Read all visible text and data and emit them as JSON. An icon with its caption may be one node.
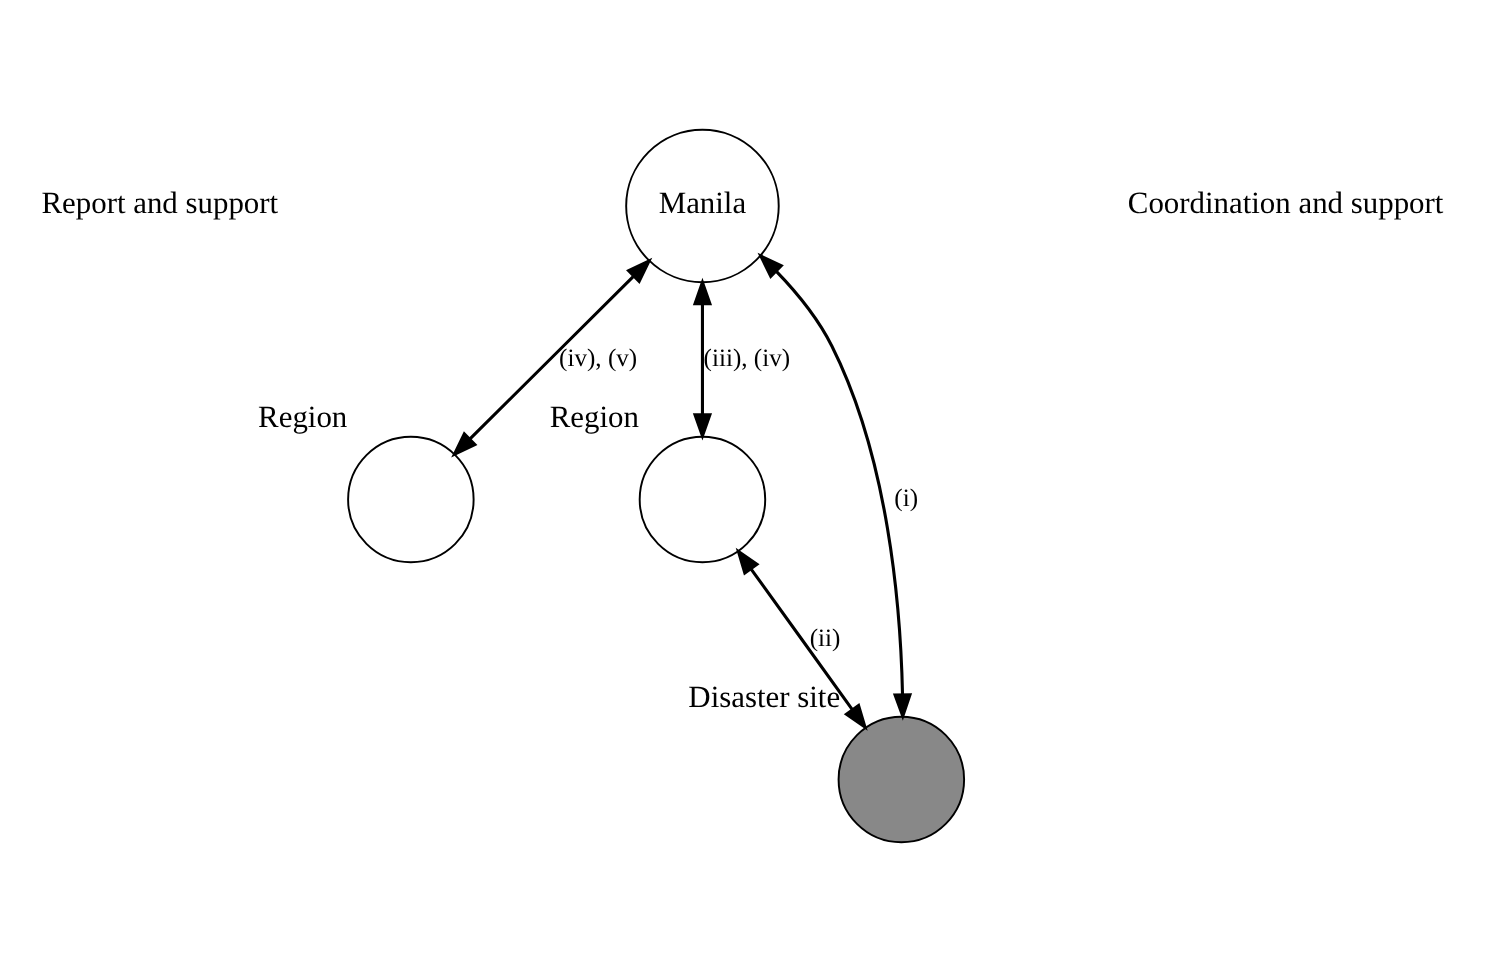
{
  "diagram": {
    "nodes": [
      {
        "text": [
          "Manila"
        ]
      },
      {
        "text": [],
        "shape": "circle",
        "beside": [
          "Region"
        ]
      },
      {
        "text": [],
        "shape": "circle",
        "beside": [
          "Region"
        ]
      },
      {
        "text": [],
        "shape": "circle",
        "beside": [
          "Disaster site"
        ]
      }
    ],
    "edges": [
      {
        "from": 0,
        "to": 1,
        "arrow": "both",
        "label": "(iv), (v)"
      },
      {
        "from": 0,
        "to": 2,
        "arrow": "both",
        "label": "(iii), (iv)"
      },
      {
        "from": 0,
        "to": 3,
        "arrow": "both",
        "label": "(i)"
      },
      {
        "from": 2,
        "to": 3,
        "arrow": "both",
        "label": "(ii)"
      }
    ],
    "labels": [
      "Report and support",
      "Coordination and support"
    ]
  }
}
